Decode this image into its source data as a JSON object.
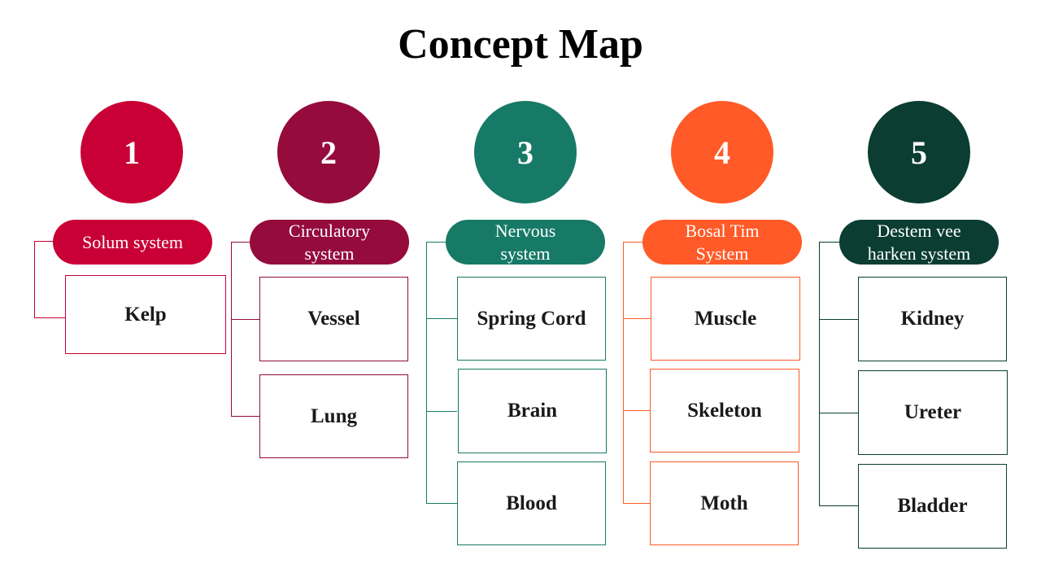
{
  "title": "Concept Map",
  "columns": [
    {
      "number": "1",
      "label": "Solum system",
      "color": "#c90036",
      "items": [
        "Kelp"
      ]
    },
    {
      "number": "2",
      "label": "Circulatory\nsystem",
      "color": "#940b3c",
      "items": [
        "Vessel",
        "Lung"
      ]
    },
    {
      "number": "3",
      "label": "Nervous\nsystem",
      "color": "#167a66",
      "items": [
        "Spring Cord",
        "Brain",
        "Blood"
      ]
    },
    {
      "number": "4",
      "label": "Bosal Tim\nSystem",
      "color": "#ff5a27",
      "items": [
        "Muscle",
        "Skeleton",
        "Moth"
      ]
    },
    {
      "number": "5",
      "label": "Destem vee\nharken system",
      "color": "#0b3d32",
      "items": [
        "Kidney",
        "Ureter",
        "Bladder"
      ]
    }
  ]
}
